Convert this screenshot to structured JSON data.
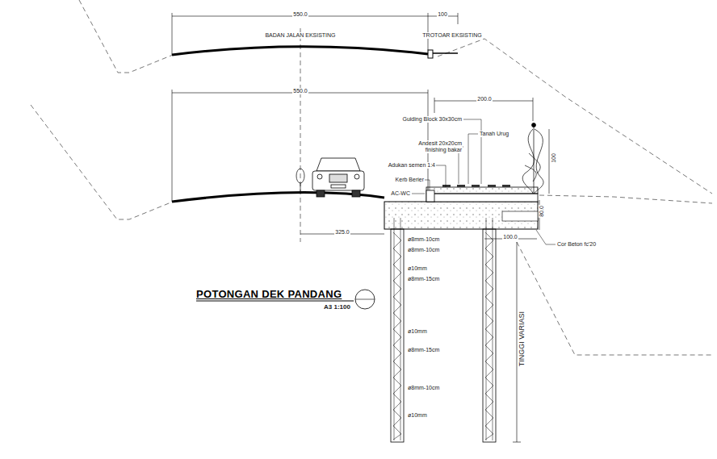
{
  "diagram": {
    "title": "POTONGAN DEK PANDANG",
    "labels": [
      "550.0",
      "100",
      "BADAN JALAN EKSISTING",
      "TROTOAR EKSISTING",
      "550.0",
      "200.0",
      "Guiding Block 30x30cm",
      "Tanah Urug",
      "Andesit 20x20cm finishing bakar",
      "Adukan semen 1:4",
      "Kerb Berier",
      "AC-WC",
      "100",
      "80.0",
      "325.0",
      "100.0",
      "Cor Beton fc'20",
      "ø8mm-10cm",
      "ø8mm-10cm",
      "ø10mm",
      "ø8mm-15cm",
      "ø10mm",
      "ø8mm-15cm",
      "ø8mm-10cm",
      "ø10mm",
      "TINGGI VARIASI",
      "A3 1:100"
    ]
  }
}
